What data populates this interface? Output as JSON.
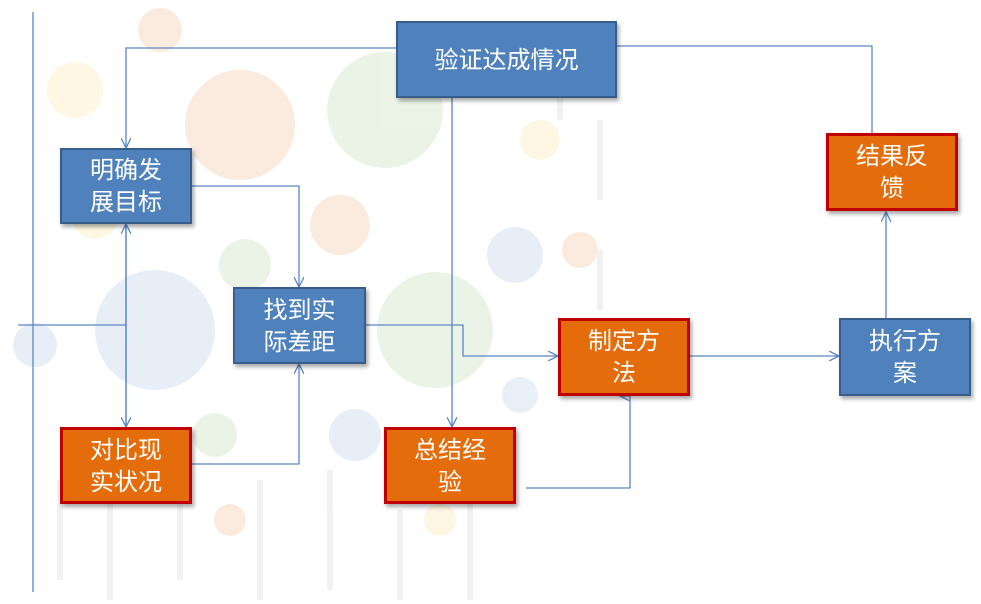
{
  "diagram": {
    "nodes": {
      "verify": "验证达成情况",
      "goal": "明确发\n展目标",
      "gap": "找到实\n际差距",
      "compare": "对比现\n实状况",
      "summary": "总结经\n验",
      "method": "制定方\n法",
      "execute": "执行方\n案",
      "feedback": "结果反\n馈"
    },
    "colors": {
      "blue_fill": "#4f81bd",
      "blue_border": "#385d8a",
      "orange_fill": "#e46c0a",
      "orange_border": "#c00000",
      "connector": "#5b86c5"
    },
    "background_icons": [
      "phone-icon",
      "structure-icon",
      "customer-icon",
      "project-icon",
      "gear-icon",
      "twitter-icon",
      "at-icon",
      "mail-icon"
    ]
  }
}
